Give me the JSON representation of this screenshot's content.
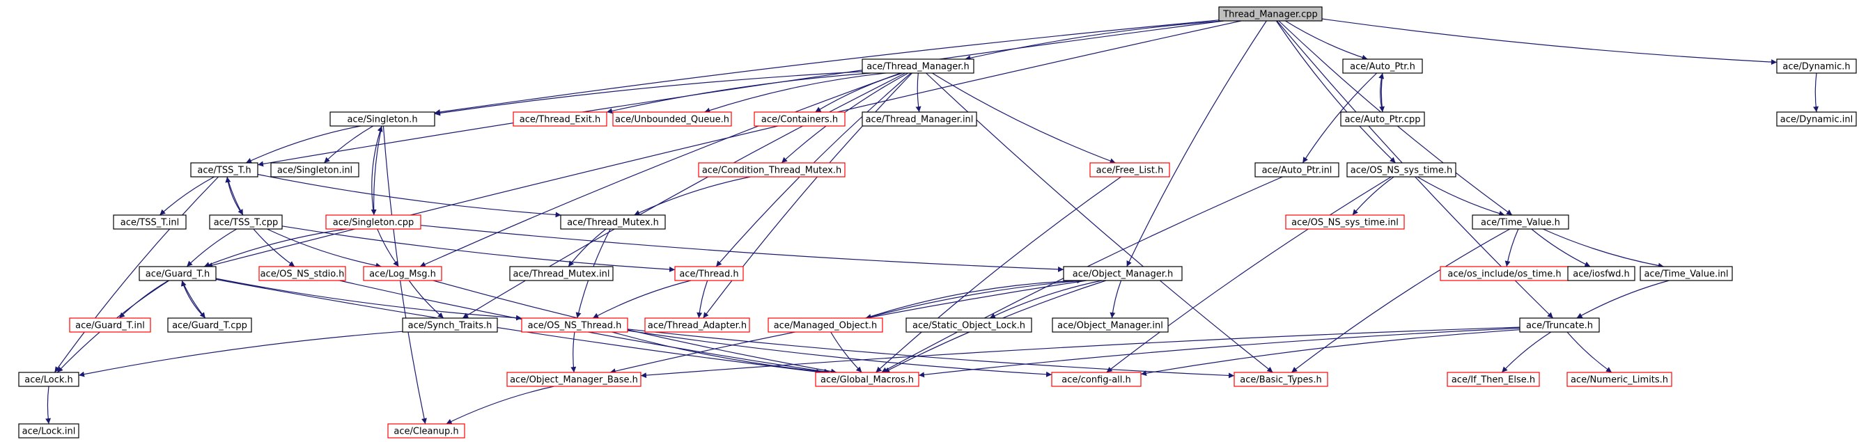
{
  "nodes": [
    {
      "id": "root",
      "label": "Thread_Manager.cpp",
      "style": "root"
    },
    {
      "id": "tm_h",
      "label": "ace/Thread_Manager.h",
      "style": "black"
    },
    {
      "id": "auto_ptr_h",
      "label": "ace/Auto_Ptr.h",
      "style": "black"
    },
    {
      "id": "dynamic_h",
      "label": "ace/Dynamic.h",
      "style": "black"
    },
    {
      "id": "singleton_h",
      "label": "ace/Singleton.h",
      "style": "black"
    },
    {
      "id": "thread_exit",
      "label": "ace/Thread_Exit.h",
      "style": "red"
    },
    {
      "id": "unb_queue",
      "label": "ace/Unbounded_Queue.h",
      "style": "red"
    },
    {
      "id": "containers",
      "label": "ace/Containers.h",
      "style": "red"
    },
    {
      "id": "tm_inl",
      "label": "ace/Thread_Manager.inl",
      "style": "black"
    },
    {
      "id": "auto_ptr_cpp",
      "label": "ace/Auto_Ptr.cpp",
      "style": "black"
    },
    {
      "id": "dynamic_inl",
      "label": "ace/Dynamic.inl",
      "style": "black"
    },
    {
      "id": "tss_t_h",
      "label": "ace/TSS_T.h",
      "style": "black"
    },
    {
      "id": "singleton_inl",
      "label": "ace/Singleton.inl",
      "style": "black"
    },
    {
      "id": "cond_mutex",
      "label": "ace/Condition_Thread_Mutex.h",
      "style": "red"
    },
    {
      "id": "free_list",
      "label": "ace/Free_List.h",
      "style": "red"
    },
    {
      "id": "auto_ptr_inl",
      "label": "ace/Auto_Ptr.inl",
      "style": "black"
    },
    {
      "id": "os_ns_sys_time",
      "label": "ace/OS_NS_sys_time.h",
      "style": "black"
    },
    {
      "id": "tss_t_inl",
      "label": "ace/TSS_T.inl",
      "style": "black"
    },
    {
      "id": "tss_t_cpp",
      "label": "ace/TSS_T.cpp",
      "style": "black"
    },
    {
      "id": "singleton_cpp",
      "label": "ace/Singleton.cpp",
      "style": "red"
    },
    {
      "id": "thread_mutex_h",
      "label": "ace/Thread_Mutex.h",
      "style": "black"
    },
    {
      "id": "os_ns_sys_time_inl",
      "label": "ace/OS_NS_sys_time.inl",
      "style": "red"
    },
    {
      "id": "time_value_h",
      "label": "ace/Time_Value.h",
      "style": "black"
    },
    {
      "id": "guard_t_h",
      "label": "ace/Guard_T.h",
      "style": "black"
    },
    {
      "id": "os_ns_stdio",
      "label": "ace/OS_NS_stdio.h",
      "style": "red"
    },
    {
      "id": "log_msg",
      "label": "ace/Log_Msg.h",
      "style": "red"
    },
    {
      "id": "thread_mutex_inl",
      "label": "ace/Thread_Mutex.inl",
      "style": "black"
    },
    {
      "id": "thread_h",
      "label": "ace/Thread.h",
      "style": "red"
    },
    {
      "id": "obj_mgr_h",
      "label": "ace/Object_Manager.h",
      "style": "black"
    },
    {
      "id": "os_time",
      "label": "ace/os_include/os_time.h",
      "style": "red"
    },
    {
      "id": "iosfwd",
      "label": "ace/iosfwd.h",
      "style": "black"
    },
    {
      "id": "time_value_inl",
      "label": "ace/Time_Value.inl",
      "style": "black"
    },
    {
      "id": "guard_t_inl",
      "label": "ace/Guard_T.inl",
      "style": "red"
    },
    {
      "id": "guard_t_cpp",
      "label": "ace/Guard_T.cpp",
      "style": "black"
    },
    {
      "id": "synch_traits",
      "label": "ace/Synch_Traits.h",
      "style": "black"
    },
    {
      "id": "os_ns_thread",
      "label": "ace/OS_NS_Thread.h",
      "style": "red"
    },
    {
      "id": "thread_adapter",
      "label": "ace/Thread_Adapter.h",
      "style": "red"
    },
    {
      "id": "managed_obj",
      "label": "ace/Managed_Object.h",
      "style": "red"
    },
    {
      "id": "static_obj_lock",
      "label": "ace/Static_Object_Lock.h",
      "style": "black"
    },
    {
      "id": "obj_mgr_inl",
      "label": "ace/Object_Manager.inl",
      "style": "black"
    },
    {
      "id": "truncate_h",
      "label": "ace/Truncate.h",
      "style": "black"
    },
    {
      "id": "lock_h",
      "label": "ace/Lock.h",
      "style": "black"
    },
    {
      "id": "obj_mgr_base",
      "label": "ace/Object_Manager_Base.h",
      "style": "red"
    },
    {
      "id": "global_macros",
      "label": "ace/Global_Macros.h",
      "style": "red"
    },
    {
      "id": "config_all",
      "label": "ace/config-all.h",
      "style": "red"
    },
    {
      "id": "basic_types",
      "label": "ace/Basic_Types.h",
      "style": "red"
    },
    {
      "id": "if_then_else",
      "label": "ace/If_Then_Else.h",
      "style": "red"
    },
    {
      "id": "numeric_limits",
      "label": "ace/Numeric_Limits.h",
      "style": "red"
    },
    {
      "id": "lock_inl",
      "label": "ace/Lock.inl",
      "style": "black"
    },
    {
      "id": "cleanup_h",
      "label": "ace/Cleanup.h",
      "style": "red"
    }
  ],
  "edges": [
    [
      "root",
      "tm_h"
    ],
    [
      "root",
      "auto_ptr_h"
    ],
    [
      "root",
      "dynamic_h"
    ],
    [
      "root",
      "singleton_h"
    ],
    [
      "root",
      "tss_t_h"
    ],
    [
      "root",
      "guard_t_h"
    ],
    [
      "root",
      "obj_mgr_h"
    ],
    [
      "root",
      "os_ns_sys_time"
    ],
    [
      "root",
      "time_value_h"
    ],
    [
      "root",
      "truncate_h"
    ],
    [
      "tm_h",
      "singleton_h"
    ],
    [
      "tm_h",
      "thread_exit"
    ],
    [
      "tm_h",
      "unb_queue"
    ],
    [
      "tm_h",
      "containers"
    ],
    [
      "tm_h",
      "tm_inl"
    ],
    [
      "tm_h",
      "cond_mutex"
    ],
    [
      "tm_h",
      "free_list"
    ],
    [
      "tm_h",
      "log_msg"
    ],
    [
      "tm_h",
      "synch_traits"
    ],
    [
      "tm_h",
      "thread_h"
    ],
    [
      "tm_h",
      "thread_adapter"
    ],
    [
      "tm_h",
      "basic_types"
    ],
    [
      "singleton_h",
      "tss_t_h"
    ],
    [
      "singleton_h",
      "singleton_inl"
    ],
    [
      "singleton_h",
      "singleton_cpp"
    ],
    [
      "singleton_h",
      "cleanup_h"
    ],
    [
      "singleton_cpp",
      "singleton_h"
    ],
    [
      "singleton_cpp",
      "log_msg"
    ],
    [
      "singleton_cpp",
      "obj_mgr_h"
    ],
    [
      "singleton_cpp",
      "guard_t_h"
    ],
    [
      "tss_t_h",
      "tss_t_inl"
    ],
    [
      "tss_t_h",
      "tss_t_cpp"
    ],
    [
      "tss_t_h",
      "thread_mutex_h"
    ],
    [
      "tss_t_h",
      "lock_h"
    ],
    [
      "tss_t_cpp",
      "tss_t_h"
    ],
    [
      "tss_t_cpp",
      "guard_t_h"
    ],
    [
      "tss_t_cpp",
      "os_ns_stdio"
    ],
    [
      "tss_t_cpp",
      "log_msg"
    ],
    [
      "tss_t_cpp",
      "thread_h"
    ],
    [
      "cond_mutex",
      "thread_mutex_h"
    ],
    [
      "thread_mutex_h",
      "thread_mutex_inl"
    ],
    [
      "thread_mutex_h",
      "os_ns_thread"
    ],
    [
      "guard_t_h",
      "guard_t_inl"
    ],
    [
      "guard_t_h",
      "guard_t_cpp"
    ],
    [
      "guard_t_h",
      "lock_h"
    ],
    [
      "guard_t_h",
      "os_ns_thread"
    ],
    [
      "guard_t_h",
      "global_macros"
    ],
    [
      "guard_t_cpp",
      "guard_t_h"
    ],
    [
      "log_msg",
      "synch_traits"
    ],
    [
      "log_msg",
      "global_macros"
    ],
    [
      "os_ns_stdio",
      "global_macros"
    ],
    [
      "synch_traits",
      "lock_h"
    ],
    [
      "thread_h",
      "os_ns_thread"
    ],
    [
      "thread_h",
      "thread_adapter"
    ],
    [
      "os_ns_thread",
      "obj_mgr_base"
    ],
    [
      "os_ns_thread",
      "global_macros"
    ],
    [
      "os_ns_thread",
      "config_all"
    ],
    [
      "os_ns_thread",
      "basic_types"
    ],
    [
      "obj_mgr_h",
      "managed_obj"
    ],
    [
      "obj_mgr_h",
      "static_obj_lock"
    ],
    [
      "obj_mgr_h",
      "obj_mgr_inl"
    ],
    [
      "obj_mgr_h",
      "global_macros"
    ],
    [
      "obj_mgr_h",
      "obj_mgr_base"
    ],
    [
      "managed_obj",
      "obj_mgr_h"
    ],
    [
      "managed_obj",
      "global_macros"
    ],
    [
      "free_list",
      "global_macros"
    ],
    [
      "auto_ptr_h",
      "auto_ptr_cpp"
    ],
    [
      "auto_ptr_h",
      "auto_ptr_inl"
    ],
    [
      "auto_ptr_cpp",
      "auto_ptr_h"
    ],
    [
      "auto_ptr_inl",
      "global_macros"
    ],
    [
      "dynamic_h",
      "dynamic_inl"
    ],
    [
      "os_ns_sys_time",
      "os_ns_sys_time_inl"
    ],
    [
      "os_ns_sys_time",
      "time_value_h"
    ],
    [
      "os_ns_sys_time",
      "config_all"
    ],
    [
      "time_value_h",
      "os_time"
    ],
    [
      "time_value_h",
      "iosfwd"
    ],
    [
      "time_value_h",
      "time_value_inl"
    ],
    [
      "time_value_h",
      "basic_types"
    ],
    [
      "time_value_inl",
      "truncate_h"
    ],
    [
      "truncate_h",
      "if_then_else"
    ],
    [
      "truncate_h",
      "numeric_limits"
    ],
    [
      "truncate_h",
      "global_macros"
    ],
    [
      "truncate_h",
      "config_all"
    ],
    [
      "truncate_h",
      "obj_mgr_base"
    ],
    [
      "lock_h",
      "lock_inl"
    ],
    [
      "obj_mgr_base",
      "cleanup_h"
    ]
  ]
}
